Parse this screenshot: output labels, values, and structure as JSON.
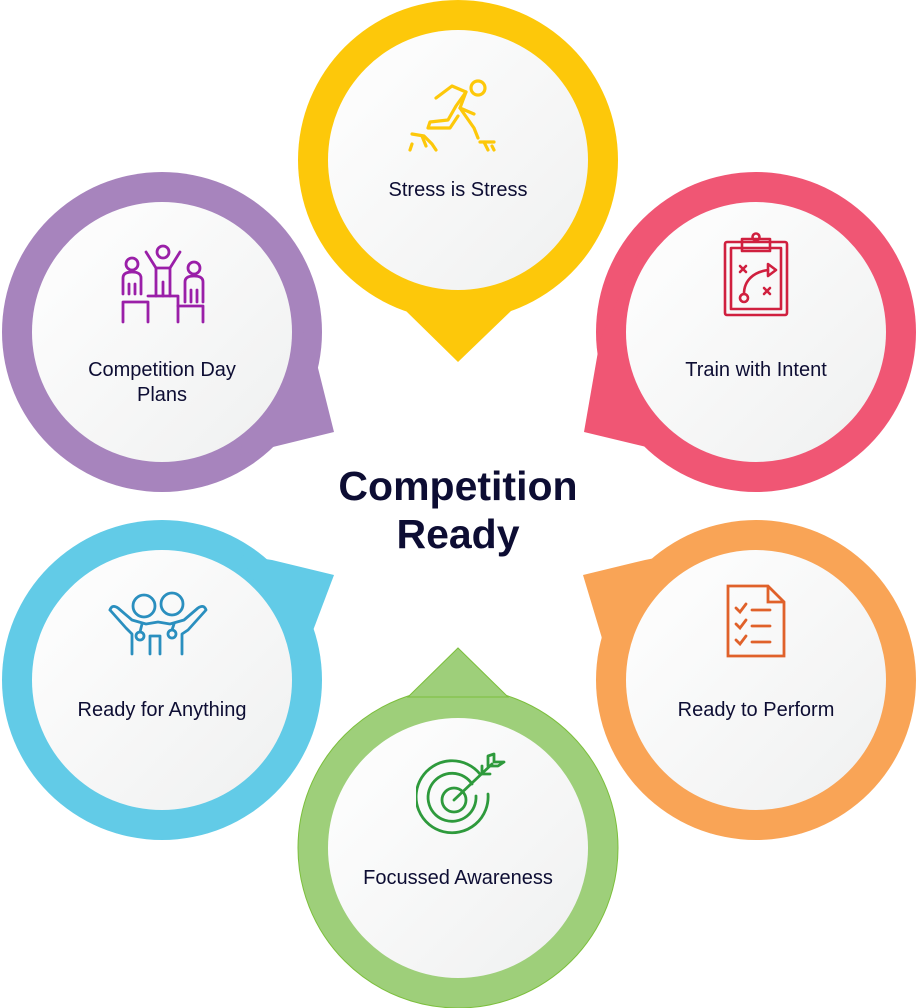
{
  "title": "Competition Ready",
  "title_lines": [
    "Competition",
    "Ready"
  ],
  "nodes": [
    {
      "id": "stress",
      "label": "Stress is Stress",
      "icon": "runner-jumping-icon",
      "color": "#fdc80a",
      "pointer": "down"
    },
    {
      "id": "train",
      "label": "Train with Intent",
      "icon": "clipboard-play-icon",
      "color": "#f05674",
      "icon_color": "#d0203f",
      "pointer": "down-left"
    },
    {
      "id": "perform",
      "label": "Ready to Perform",
      "icon": "checklist-document-icon",
      "color": "#f9a456",
      "icon_color": "#e0612a",
      "pointer": "up-left"
    },
    {
      "id": "focus",
      "label": "Focussed Awareness",
      "icon": "target-arrow-icon",
      "color": "#9ecf7a",
      "icon_color": "#2e9a3c",
      "pointer": "up"
    },
    {
      "id": "anything",
      "label": "Ready for Anything",
      "icon": "teammates-celebrating-icon",
      "color": "#62cbe7",
      "icon_color": "#2a8fbf",
      "pointer": "up-right"
    },
    {
      "id": "plans",
      "label": "Competition Day Plans",
      "label_lines": [
        "Competition Day",
        "Plans"
      ],
      "icon": "podium-winners-icon",
      "color": "#a784bd",
      "icon_color": "#9a1fa8",
      "pointer": "down-right"
    }
  ],
  "colors": {
    "text": "#0d0d33",
    "inner_fill_start": "#f0f1f1",
    "inner_fill_end": "#ffffff"
  }
}
